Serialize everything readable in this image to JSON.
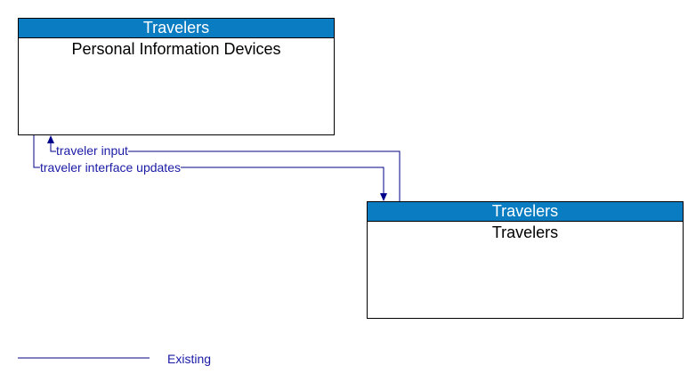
{
  "colors": {
    "header_fill": "#0a7dc2",
    "flow_line": "#00008b",
    "border": "#000000"
  },
  "boxes": [
    {
      "header": "Travelers",
      "title": "Personal Information Devices"
    },
    {
      "header": "Travelers",
      "title": "Travelers"
    }
  ],
  "flows": [
    {
      "label": "traveler input",
      "from": "Travelers",
      "to": "Personal Information Devices"
    },
    {
      "label": "traveler interface updates",
      "from": "Personal Information Devices",
      "to": "Travelers"
    }
  ],
  "legend": {
    "label": "Existing"
  }
}
